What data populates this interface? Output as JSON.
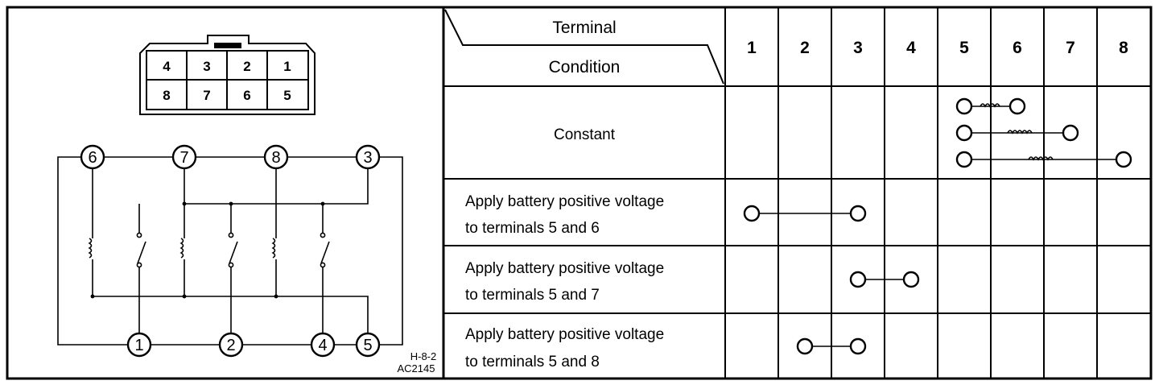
{
  "connector": {
    "top_row": [
      "4",
      "3",
      "2",
      "1"
    ],
    "bottom_row": [
      "8",
      "7",
      "6",
      "5"
    ]
  },
  "schematic": {
    "top_terminals": [
      "6",
      "7",
      "8",
      "3"
    ],
    "bottom_terminals": [
      "1",
      "2",
      "4",
      "5"
    ],
    "code_line1": "H-8-2",
    "code_line2": "AC2145"
  },
  "table": {
    "header_terminal": "Terminal",
    "header_condition": "Condition",
    "terminals": [
      "1",
      "2",
      "3",
      "4",
      "5",
      "6",
      "7",
      "8"
    ],
    "rows": [
      {
        "condition": [
          "Constant"
        ]
      },
      {
        "condition": [
          "Apply battery positive voltage",
          "to terminals 5 and 6"
        ]
      },
      {
        "condition": [
          "Apply battery positive voltage",
          "to terminals 5 and 7"
        ]
      },
      {
        "condition": [
          "Apply battery positive voltage",
          "to terminals 5 and 8"
        ]
      }
    ]
  }
}
